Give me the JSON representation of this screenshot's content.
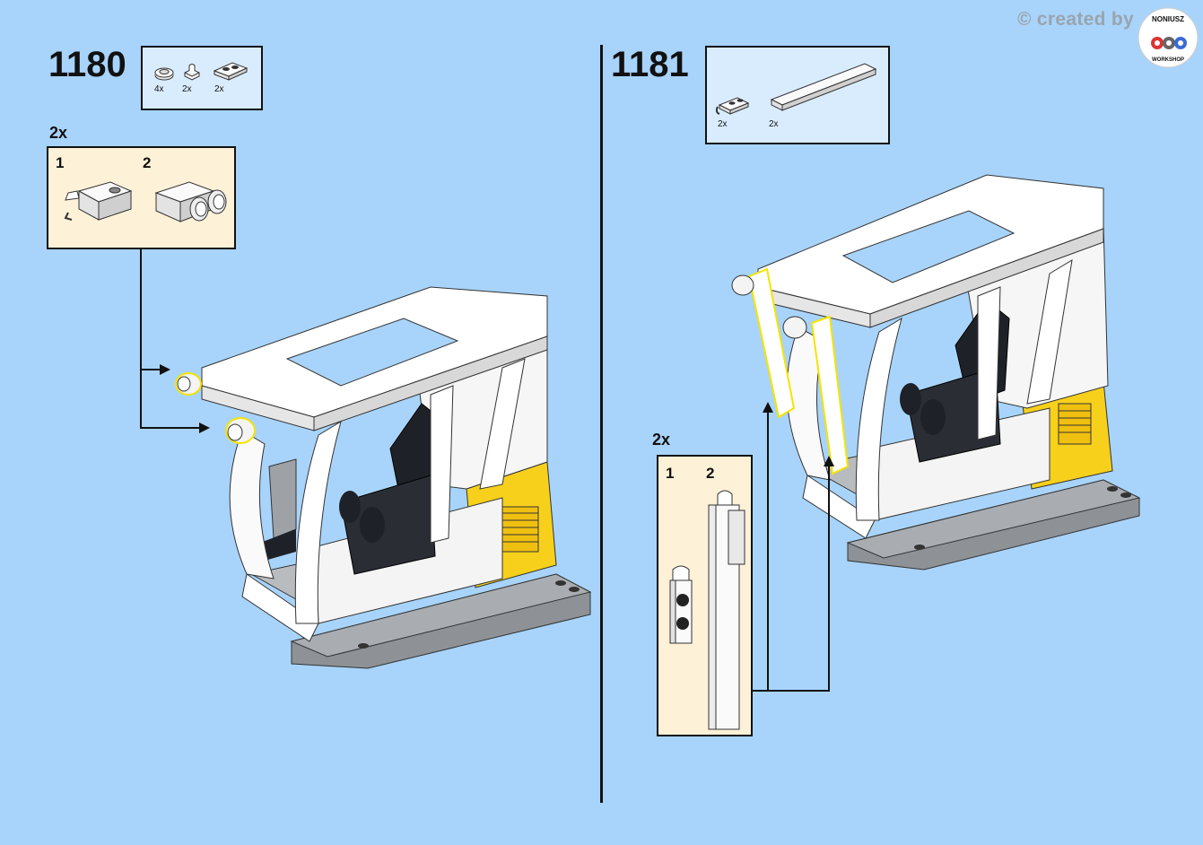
{
  "branding": {
    "text": "© created by",
    "logo_top": "NONIUSZ",
    "logo_bottom": "WORKSHOP"
  },
  "steps": [
    {
      "number": "1180",
      "parts": [
        {
          "icon": "round-plate-1x1-icon",
          "qty": "4x"
        },
        {
          "icon": "plate-clip-1x1-icon",
          "qty": "2x"
        },
        {
          "icon": "plate-1x2-icon",
          "qty": "2x"
        }
      ],
      "submodel": {
        "multiplier": "2x",
        "substeps": [
          "1",
          "2"
        ]
      }
    },
    {
      "number": "1181",
      "parts": [
        {
          "icon": "plate-clip-1x2-icon",
          "qty": "2x"
        },
        {
          "icon": "tile-1x6-icon",
          "qty": "2x"
        }
      ],
      "submodel": {
        "multiplier": "2x",
        "substeps": [
          "1",
          "2"
        ]
      }
    }
  ],
  "colors": {
    "background": "#a8d4fb",
    "parts_box": "#d9ecfd",
    "submodel_box": "#fdf1d8",
    "highlight": "#f5e400",
    "model_yellow": "#f7d01c",
    "model_gray": "#8e9296",
    "model_black": "#1e2228"
  }
}
